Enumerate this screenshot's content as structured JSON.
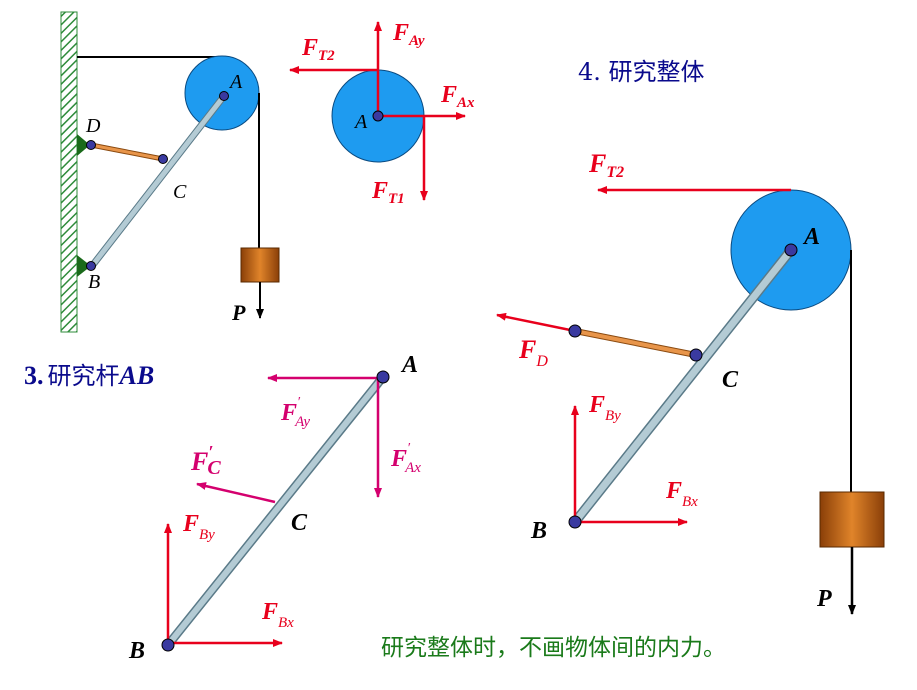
{
  "headings": {
    "step3_num": "3.",
    "step3_text": "研究杆",
    "step3_var": "AB",
    "step4": "4. 研究整体",
    "note": "研究整体时，不画物体间的内力。"
  },
  "fig1": {
    "point_a": "A",
    "point_d": "D",
    "point_c": "C",
    "point_b": "B",
    "weight": "P"
  },
  "fig2": {
    "point_a": "A",
    "f_t2": "F",
    "f_t2_sub": "T2",
    "f_ay": "F",
    "f_ay_sub": "Ay",
    "f_ax": "F",
    "f_ax_sub": "Ax",
    "f_t1": "F",
    "f_t1_sub": "T1"
  },
  "fig3": {
    "point_a": "A",
    "point_c": "C",
    "point_b": "B",
    "f_ay": "F",
    "f_ay_sub": "Ay",
    "f_ay_prime": "′",
    "f_ax": "F",
    "f_ax_sub": "Ax",
    "f_ax_prime": "′",
    "f_c": "F",
    "f_c_sub": "C",
    "f_c_prime": "′",
    "f_by": "F",
    "f_by_sub": "By",
    "f_bx": "F",
    "f_bx_sub": "Bx"
  },
  "fig4": {
    "point_a": "A",
    "point_c": "C",
    "point_b": "B",
    "weight": "P",
    "f_t2": "F",
    "f_t2_sub": "T2",
    "f_d": "F",
    "f_d_sub": "D",
    "f_by": "F",
    "f_by_sub": "By",
    "f_bx": "F",
    "f_bx_sub": "Bx"
  },
  "colors": {
    "force": "#e8001c",
    "force_magenta": "#d4006e",
    "pulley": "#1e9bf0",
    "rod": "#a9c4cf",
    "strut": "#e8954a",
    "weight": "#c8610e",
    "wall": "#2e8b3a",
    "heading": "#0a0a8c",
    "note": "#1a7a1a"
  }
}
